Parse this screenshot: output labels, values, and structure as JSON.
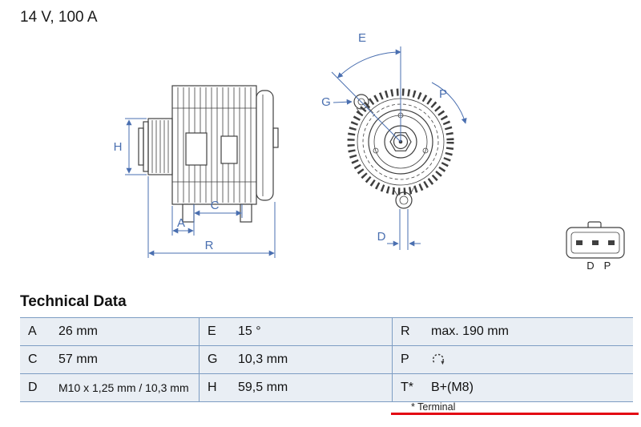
{
  "spec": "14 V, 100 A",
  "drawing": {
    "dim_labels": {
      "H": "H",
      "A": "A",
      "C": "C",
      "R": "R",
      "E": "E",
      "G": "G",
      "P": "P",
      "D": "D"
    },
    "connector_pins": {
      "d": "D",
      "p": "P"
    },
    "colors": {
      "dimension_blue": "#4a6fb0",
      "outline": "#3f3f3f",
      "accent_red": "#e30613",
      "row_bg": "#e9eef4"
    }
  },
  "table": {
    "title": "Technical Data",
    "rows": [
      [
        {
          "key": "A",
          "value": "26 mm"
        },
        {
          "key": "E",
          "value": "15 °"
        },
        {
          "key": "R",
          "value": "max. 190 mm"
        }
      ],
      [
        {
          "key": "C",
          "value": "57 mm"
        },
        {
          "key": "G",
          "value": "10,3 mm"
        },
        {
          "key": "P",
          "value": "",
          "icon": "rotation-cw-icon"
        }
      ],
      [
        {
          "key": "D",
          "value": "M10 x 1,25 mm / 10,3 mm"
        },
        {
          "key": "H",
          "value": "59,5 mm"
        },
        {
          "key": "T*",
          "value": "B+(M8)"
        }
      ]
    ],
    "footnote": "* Terminal"
  }
}
